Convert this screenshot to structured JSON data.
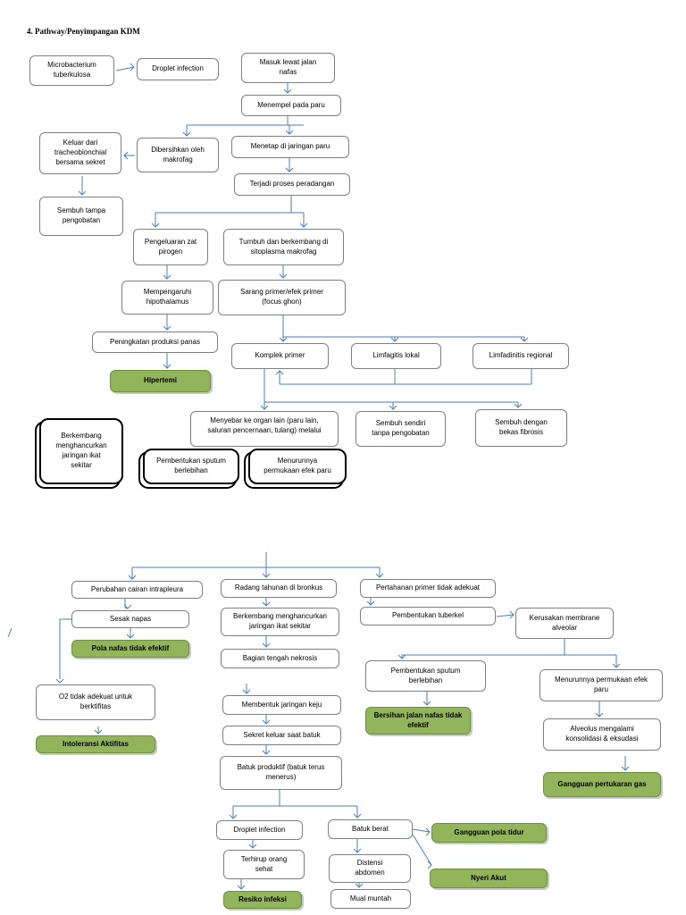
{
  "title": "4. Pathway/Penyimpangan KDM",
  "nodes": {
    "n1": "Microbacterium\ntuberkulosa",
    "n2": "Droplet infection",
    "n3": "Masuk lewat jalan\nnafas",
    "n4": "Menempel pada paru",
    "n5": "Keluar dari\ntracheobionchial\nbersama sekret",
    "n6": "Dibersihkan oleh\nmakrofag",
    "n7": "Menetap di jaringan paru",
    "n8": "Terjadi proses peradangan",
    "n9": "Sembuh tampa\npengobatan",
    "n10": "Pengeluaran zat\npirogen",
    "n11": "Tumbuh dan berkembang di\nsitoplasma makrofag",
    "n12": "Mempengaruhi\nhipothalamus",
    "n13": "Sarang primer/efek primer\n(focus ghon)",
    "n14": "Peningkatan produksi panas",
    "n15": "Komplek primer",
    "n16": "Limfagitis lokal",
    "n17": "Limfadinitis regional",
    "n18": "Hipertemi",
    "n19": "Berkembang\nmenghancurkan\njaringan ikat\nsekitar",
    "n20": "Menyebar ke organ lain (paru lain,\nsaluran pencernaan, tulang) melalui",
    "n21": "Sembuh sendiri\ntanpa pengobatan",
    "n22": "Sembuh dengan\nbekas fibrosis",
    "n23": "Pembentukan sputum\nberlebihan",
    "n24": "Menurunnya\npermukaan efek paru",
    "n25": "Perubahan cairan intrapleura",
    "n26": "Radang tahunan di bronkus",
    "n27": "Pertahanan primer tidak adekuat",
    "n28": "Sesak napas",
    "n29": "Berkembang menghancurkan\njaringan ikat sekitar",
    "n30": "Pembentukan tuberkel",
    "n31": "Kerusakan membrane\nalveolar",
    "n32": "Pola nafas tidak efektif",
    "n33": "Bagian tengah nekrosis",
    "n34": "Pembentukan sputum\nberlebihan",
    "n35": "Menurunnya permukaan efek\nparu",
    "n36": "O2 tidak adekuat untuk\nberktifitas",
    "n37": "Membentuk jaringan keju",
    "n38": "Bersihan jalan nafas tidak\nefektif",
    "n39": "Alveolus mengalami\nkonsolidasi & eksudasi",
    "n40": "Intoleransi Aktifitas",
    "n41": "Sekret keluar saat batuk",
    "n42": "Batuk produktif (batuk terus\nmenerus)",
    "n43": "Gangguan pertukaran gas",
    "n44": "Droplet infection",
    "n45": "Batuk berat",
    "n46": "Gangguan pola tidur",
    "n47": "Terhirup orang\nsehat",
    "n48": "Distensi\nabdomen",
    "n49": "Nyeri Akut",
    "n50": "Resiko infeksi",
    "n51": "Mual muntah"
  },
  "colors": {
    "line": "#4a7eb8",
    "box_border": "#7f7f7f",
    "diagnosis_fill": "#92b45a"
  }
}
